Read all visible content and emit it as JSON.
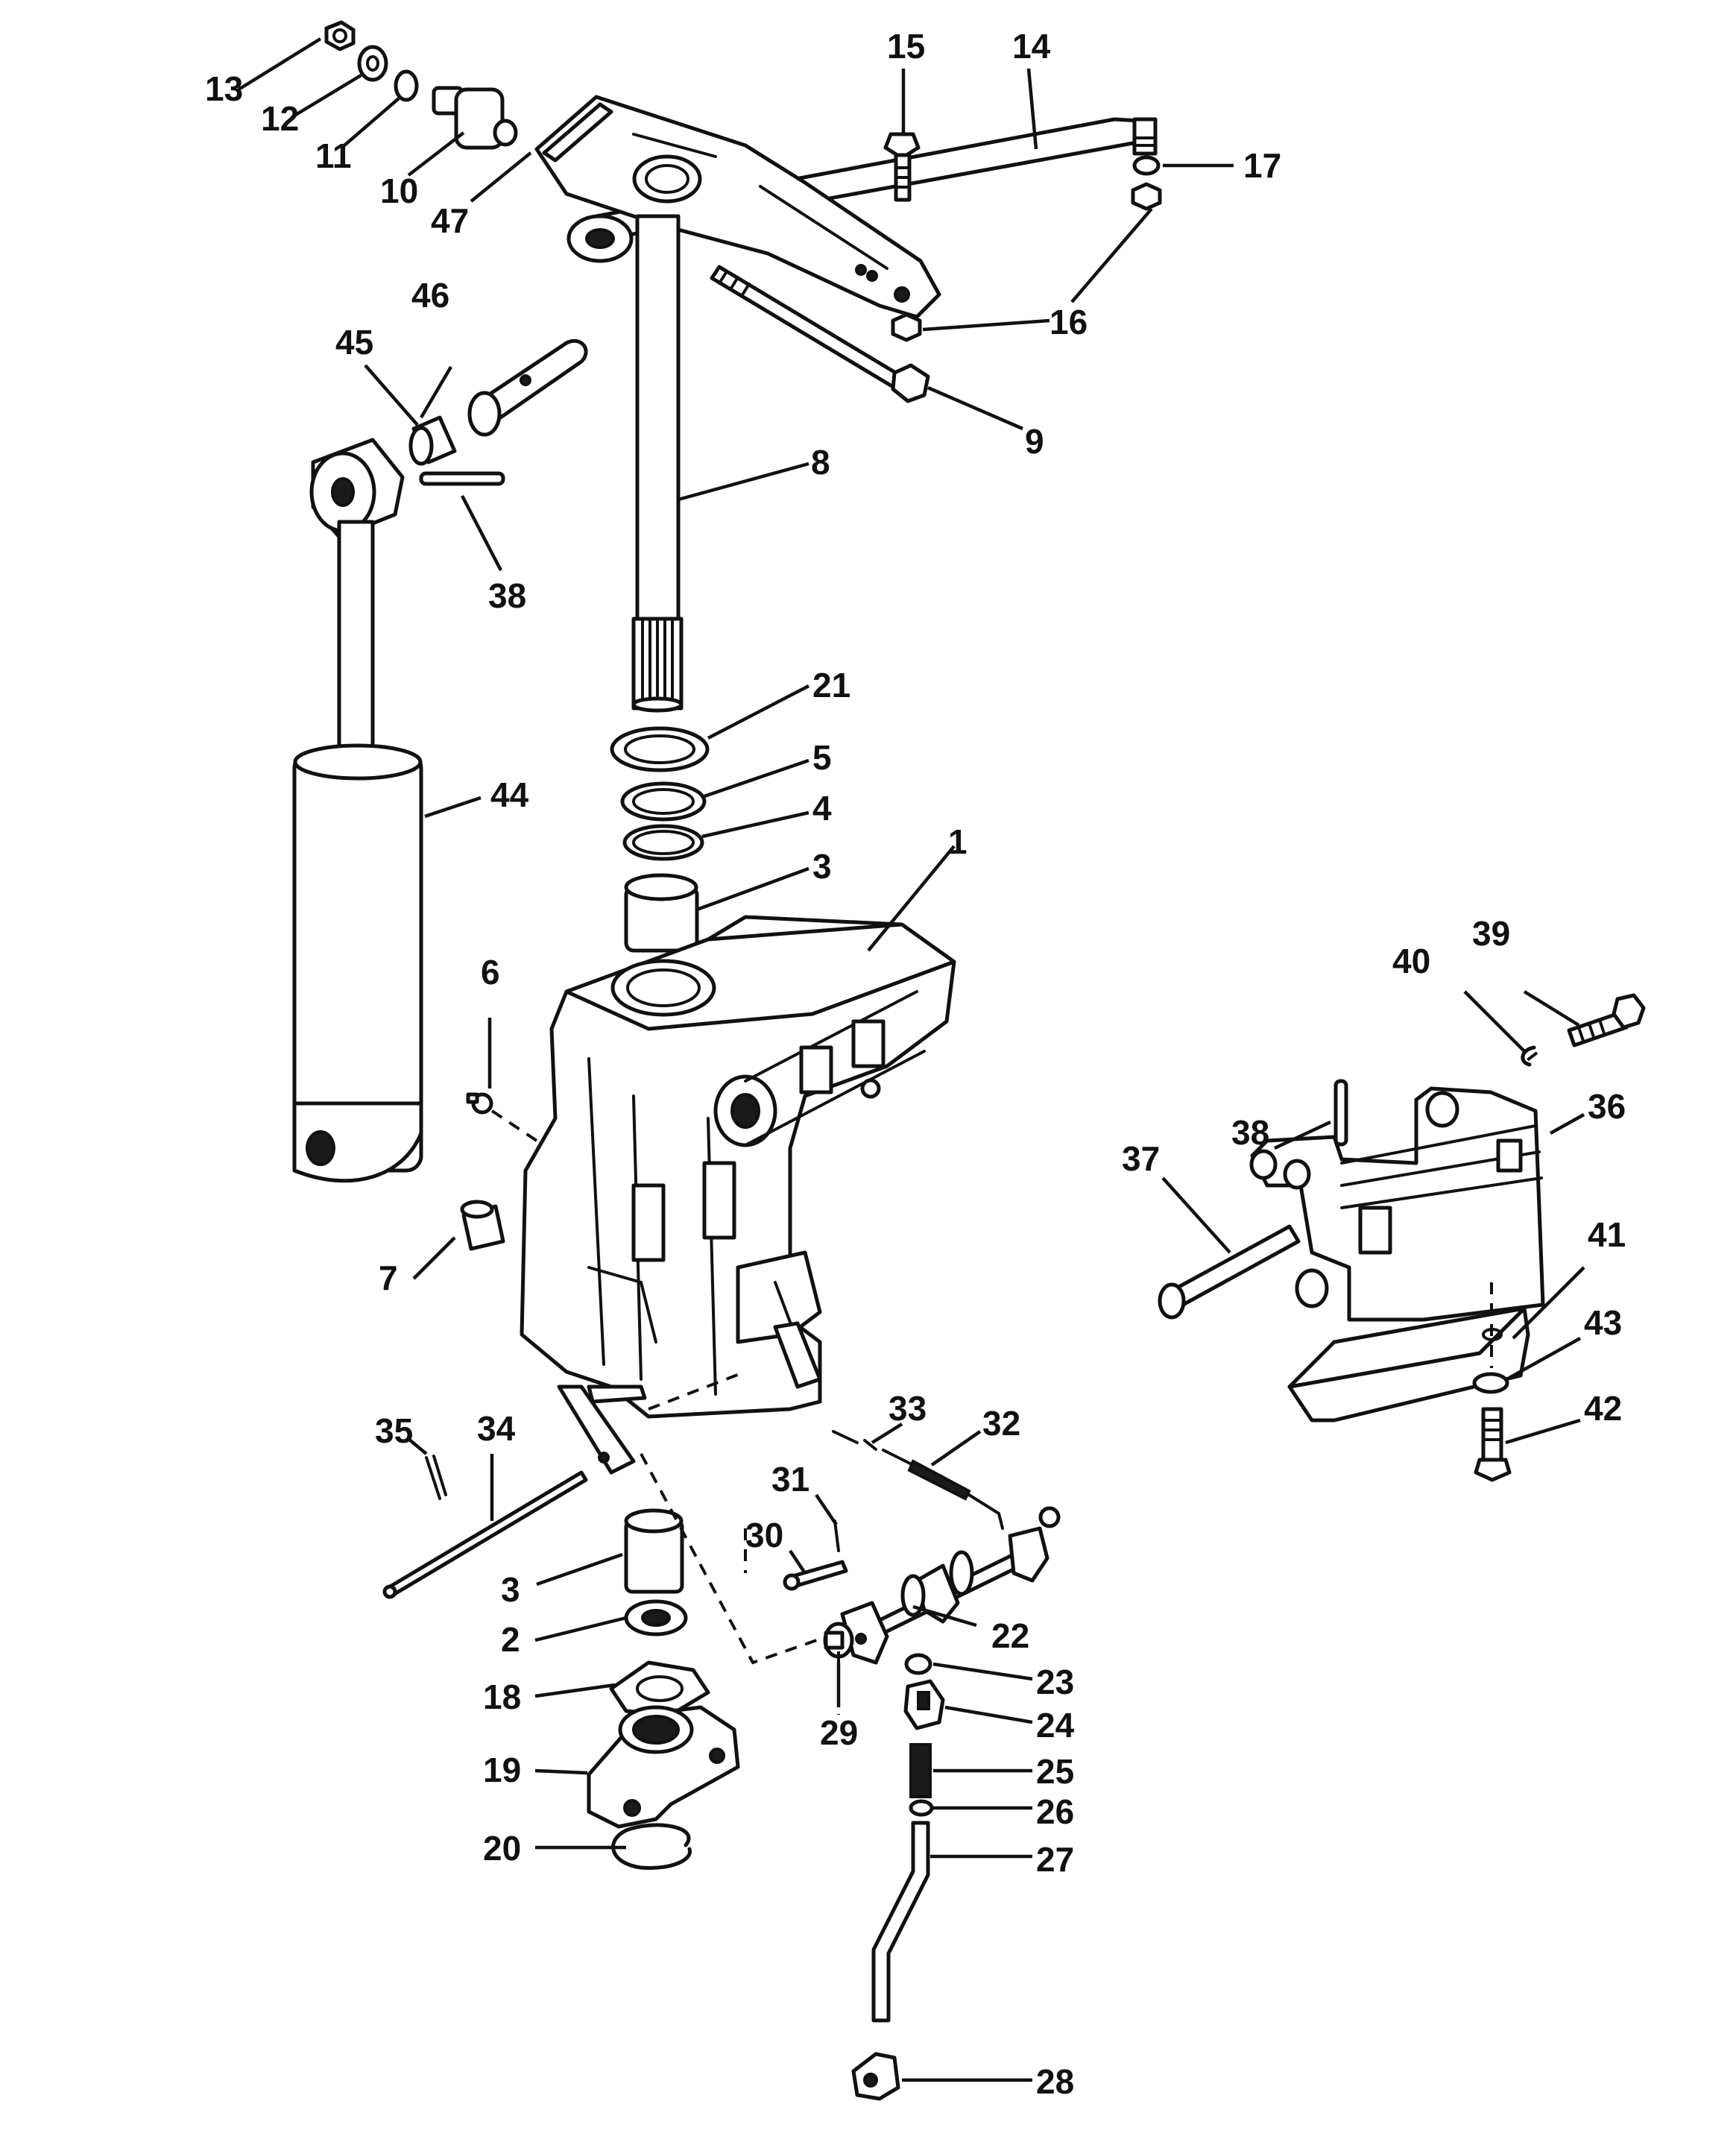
{
  "callouts": {
    "c1": "1",
    "c2": "2",
    "c3a": "3",
    "c3b": "3",
    "c4": "4",
    "c5": "5",
    "c6": "6",
    "c7": "7",
    "c8": "8",
    "c9": "9",
    "c10": "10",
    "c11": "11",
    "c12": "12",
    "c13": "13",
    "c14": "14",
    "c15": "15",
    "c16": "16",
    "c17": "17",
    "c18": "18",
    "c19": "19",
    "c20": "20",
    "c21": "21",
    "c22": "22",
    "c23": "23",
    "c24": "24",
    "c25": "25",
    "c26": "26",
    "c27": "27",
    "c28": "28",
    "c29": "29",
    "c30": "30",
    "c31": "31",
    "c32": "32",
    "c33": "33",
    "c34": "34",
    "c35": "35",
    "c36": "36",
    "c37": "37",
    "c38a": "38",
    "c38b": "38",
    "c39": "39",
    "c40": "40",
    "c41": "41",
    "c42": "42",
    "c43": "43",
    "c44": "44",
    "c45": "45",
    "c46": "46",
    "c47": "47"
  }
}
